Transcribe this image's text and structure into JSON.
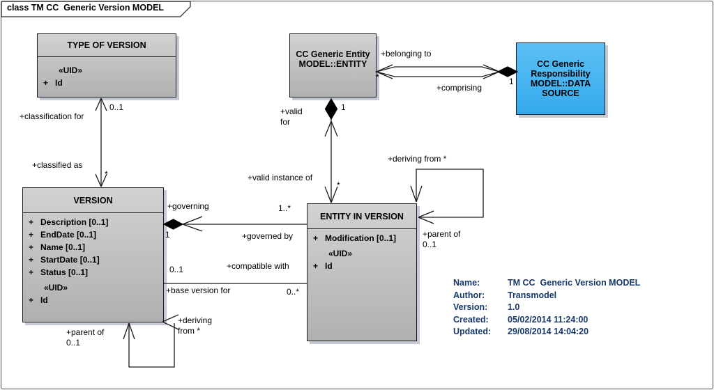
{
  "tab": {
    "label": "class TM CC  Generic Version MODEL"
  },
  "colors": {
    "class_fill": "#c4c4c4",
    "datasource_fill": "#45b2ef",
    "info_text": "#17386d",
    "line": "#1a1a1a"
  },
  "classes": {
    "type_of_version": {
      "title": "TYPE OF VERSION",
      "uid_stereotype": "«UID»",
      "uid_attr": "+   Id"
    },
    "entity": {
      "title": "CC Generic Entity\nMODEL::ENTITY"
    },
    "data_source": {
      "title": "CC Generic\nResponsibility\nMODEL::DATA\nSOURCE"
    },
    "version": {
      "title": "VERSION",
      "attrs": [
        "+   Description [0..1]",
        "+   EndDate [0..1]",
        "+   Name [0..1]",
        "+   StartDate [0..1]",
        "+   Status [0..1]"
      ],
      "uid_stereotype": "«UID»",
      "uid_attr": "+   Id"
    },
    "entity_in_version": {
      "title": "ENTITY IN VERSION",
      "attrs": [
        "+   Modification [0..1]"
      ],
      "uid_stereotype": "«UID»",
      "uid_attr": "+   Id"
    }
  },
  "labels": {
    "classification_for": "+classification for",
    "classification_mult_top": "0..1",
    "classified_as": "+classified as",
    "classified_mult_bottom": "*",
    "governing": "+governing",
    "governing_mult_right": "1..*",
    "governing_mult_left": "1",
    "governed_by": "+governed by",
    "compatible_mult_left": "0..1",
    "compatible_with": "+compatible with",
    "base_version_for": "+base version for",
    "base_mult_right": "0..*",
    "valid_for": "+valid\nfor",
    "valid_mult_top": "1",
    "valid_instance_of": "+valid instance of",
    "valid_mult_bottom": "*",
    "belonging_to": "+belonging to",
    "belonging_mult_left": "*",
    "comprising": "+comprising",
    "comprising_mult_right": "1",
    "eiv_deriving_from": "+deriving from *",
    "eiv_parent_of": "+parent of\n0..1",
    "version_deriving_from": "+deriving\nfrom *",
    "version_parent_of": "+parent of\n0..1"
  },
  "info": {
    "rows": [
      {
        "label": "Name:",
        "value": "TM CC  Generic Version MODEL"
      },
      {
        "label": "Author:",
        "value": "Transmodel"
      },
      {
        "label": "Version:",
        "value": "1.0"
      },
      {
        "label": "Created:",
        "value": "05/02/2014 11:24:00"
      },
      {
        "label": "Updated:",
        "value": "29/08/2014 14:04:20"
      }
    ]
  }
}
